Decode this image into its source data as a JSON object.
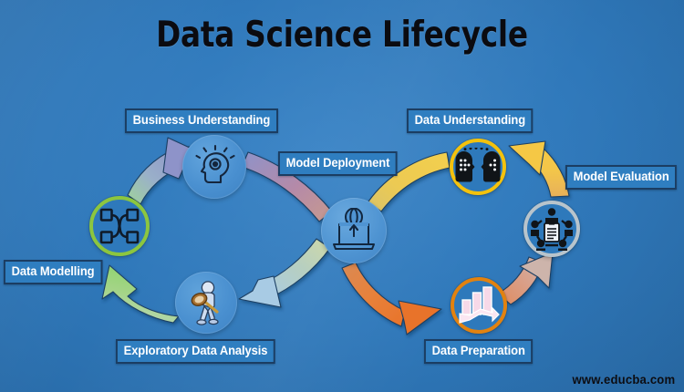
{
  "title": "Data Science Lifecycle",
  "watermark": "www.educba.com",
  "theme": {
    "background_blue": "#2d75b6",
    "label_fill": "#2f7ec0",
    "label_border": "#1b3d62",
    "label_text": "#ffffff",
    "title_text": "#0b0b10",
    "ring_data_modelling": "#8cc63f",
    "ring_data_understanding": "#f4c20d",
    "ring_model_evaluation": "#b8c4cc",
    "ring_data_preparation": "#e2820f",
    "node_circle_blue": "#4a90d0"
  },
  "diagram": {
    "type": "cycle",
    "shape": "figure-eight",
    "stages": [
      {
        "id": "business-understanding",
        "label": "Business Understanding",
        "icon": "head-lightbulb-idea-icon",
        "ring_color": "none",
        "position": "top-left"
      },
      {
        "id": "data-modelling",
        "label": "Data Modelling",
        "icon": "node-graph-icon",
        "ring_color": "#8cc63f",
        "position": "left"
      },
      {
        "id": "exploratory-data-analysis",
        "label": "Exploratory Data Analysis",
        "icon": "person-magnifying-glass-icon",
        "ring_color": "none",
        "position": "bottom-left"
      },
      {
        "id": "model-deployment",
        "label": "Model Deployment",
        "icon": "laptop-upload-globe-icon",
        "ring_color": "none",
        "position": "center"
      },
      {
        "id": "data-understanding",
        "label": "Data Understanding",
        "icon": "two-heads-facing-icon",
        "ring_color": "#f4c20d",
        "position": "top-right"
      },
      {
        "id": "model-evaluation",
        "label": "Model Evaluation",
        "icon": "team-clipboard-review-icon",
        "ring_color": "#b8c4cc",
        "position": "right"
      },
      {
        "id": "data-preparation",
        "label": "Data Preparation",
        "icon": "bar-chart-growth-icon",
        "ring_color": "#e2820f",
        "position": "bottom-right"
      }
    ],
    "arrows": [
      {
        "id": "eda-to-data-modelling",
        "from": "exploratory-data-analysis",
        "to": "data-modelling",
        "color": "#8fd36f"
      },
      {
        "id": "data-modelling-to-business-understanding",
        "from": "data-modelling",
        "to": "business-understanding",
        "color": "#8e93c9"
      },
      {
        "id": "business-understanding-to-model-deployment",
        "from": "business-understanding",
        "to": "model-deployment",
        "color": "#b58aa8"
      },
      {
        "id": "model-deployment-to-eda",
        "from": "model-deployment",
        "to": "exploratory-data-analysis",
        "color": "#a8cbe4"
      },
      {
        "id": "model-deployment-to-data-preparation",
        "from": "model-deployment",
        "to": "data-preparation",
        "color": "#e8732a"
      },
      {
        "id": "data-preparation-to-model-evaluation",
        "from": "data-preparation",
        "to": "model-evaluation",
        "color": "#d9a08a"
      },
      {
        "id": "model-evaluation-to-data-understanding",
        "from": "model-evaluation",
        "to": "data-understanding",
        "color": "#f5c844"
      },
      {
        "id": "data-understanding-to-model-deployment",
        "from": "data-understanding",
        "to": "model-deployment",
        "color": "#f0cf4d"
      }
    ]
  }
}
